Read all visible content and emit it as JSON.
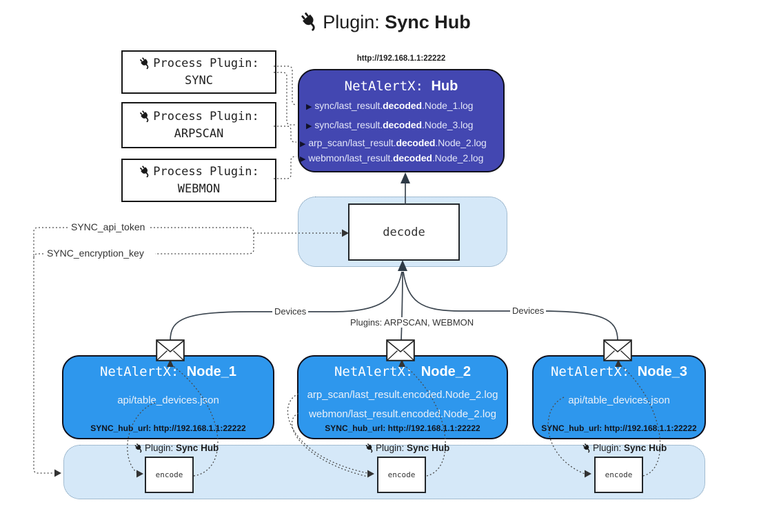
{
  "title": {
    "label": "Plugin:",
    "name": "Sync Hub"
  },
  "process_plugins": [
    {
      "label": "Process Plugin:",
      "name": "SYNC"
    },
    {
      "label": "Process Plugin:",
      "name": "ARPSCAN"
    },
    {
      "label": "Process Plugin:",
      "name": "WEBMON"
    }
  ],
  "hub": {
    "url": "http://192.168.1.1:22222",
    "title": "NetAlertX:",
    "name": "Hub",
    "marker": "▶",
    "logs": [
      {
        "pre": "sync/last_result.",
        "bold": "decoded",
        "post": ".Node_1.log"
      },
      {
        "pre": "sync/last_result.",
        "bold": "decoded",
        "post": ".Node_3.log"
      },
      {
        "pre": "arp_scan/last_result.",
        "bold": "decoded",
        "post": ".Node_2.log"
      },
      {
        "pre": "webmon/last_result.",
        "bold": "decoded",
        "post": ".Node_2.log"
      }
    ]
  },
  "decode_label": "decode",
  "secrets": {
    "api_token": "SYNC_api_token",
    "encryption_key": "SYNC_encryption_key"
  },
  "edge_labels": {
    "left": "Devices",
    "center": "Plugins: ARPSCAN, WEBMON",
    "right": "Devices"
  },
  "nodes": [
    {
      "title": "NetAlertX:",
      "name": "Node_1",
      "files": [
        "api/table_devices.json"
      ],
      "hub_url": "SYNC_hub_url: http://192.168.1.1:22222"
    },
    {
      "title": "NetAlertX:",
      "name": "Node_2",
      "files": [
        "arp_scan/last_result.encoded.Node_2.log",
        "webmon/last_result.encoded.Node_2.log"
      ],
      "hub_url": "SYNC_hub_url: http://192.168.1.1:22222"
    },
    {
      "title": "NetAlertX:",
      "name": "Node_3",
      "files": [
        "api/table_devices.json"
      ],
      "hub_url": "SYNC_hub_url: http://192.168.1.1:22222"
    }
  ],
  "encoders": {
    "plugin_label": "Plugin:",
    "plugin_name": "Sync Hub",
    "box_label": "encode"
  },
  "colors": {
    "hub_bg": "#4347B1",
    "node_bg": "#2E97ED",
    "panel_bg": "#D5E8F8",
    "line": "#3C4650"
  }
}
